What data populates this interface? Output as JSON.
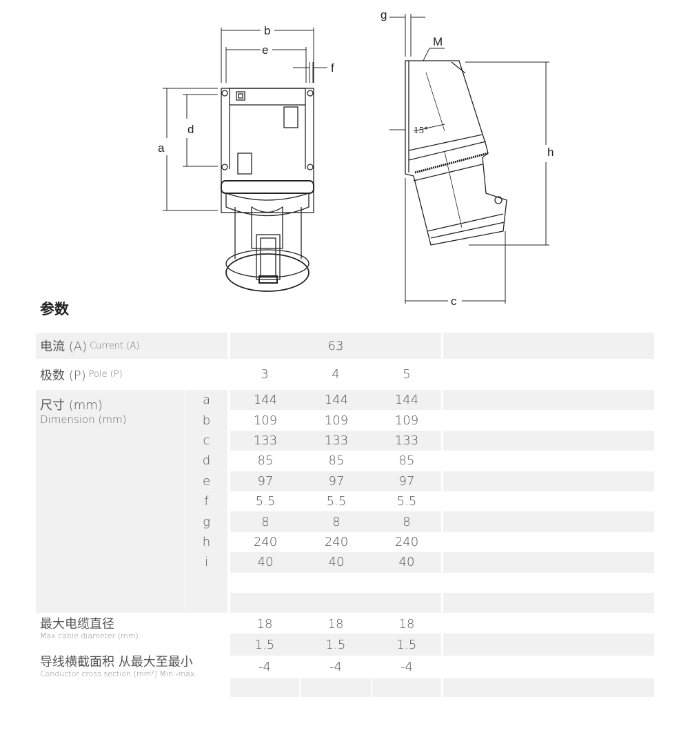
{
  "diagram": {
    "labels": {
      "a": "a",
      "b": "b",
      "c": "c",
      "d": "d",
      "e": "e",
      "f": "f",
      "g": "g",
      "h": "h",
      "M": "M",
      "angle": "15°"
    }
  },
  "section_title": "参数",
  "table": {
    "current": {
      "label_zh": "电流 (A)",
      "label_en": "Current (A)",
      "value": "63"
    },
    "pole": {
      "label_zh": "极数 (P)",
      "label_en": "Pole (P)",
      "values": [
        "3",
        "4",
        "5"
      ]
    },
    "dimension": {
      "label_zh": "尺寸 (mm)",
      "label_en": "Dimension (mm)",
      "rows": [
        {
          "key": "a",
          "values": [
            "144",
            "144",
            "144"
          ]
        },
        {
          "key": "b",
          "values": [
            "109",
            "109",
            "109"
          ]
        },
        {
          "key": "c",
          "values": [
            "133",
            "133",
            "133"
          ]
        },
        {
          "key": "d",
          "values": [
            "85",
            "85",
            "85"
          ]
        },
        {
          "key": "e",
          "values": [
            "97",
            "97",
            "97"
          ]
        },
        {
          "key": "f",
          "values": [
            "5.5",
            "5.5",
            "5.5"
          ]
        },
        {
          "key": "g",
          "values": [
            "8",
            "8",
            "8"
          ]
        },
        {
          "key": "h",
          "values": [
            "240",
            "240",
            "240"
          ]
        },
        {
          "key": "i",
          "values": [
            "40",
            "40",
            "40"
          ]
        }
      ]
    },
    "cable": {
      "label_zh": "最大电缆直径",
      "label_en": "Max cable diameter (mm)",
      "values": [
        "18",
        "18",
        "18"
      ]
    },
    "conductor": {
      "label_zh": "导线横截面积 从最大至最小",
      "label_en": "Conductor cross section (mm²) Min.-max.",
      "values_max": [
        "1.5",
        "1.5",
        "1.5"
      ],
      "values_min": [
        "-4",
        "-4",
        "-4"
      ]
    }
  }
}
